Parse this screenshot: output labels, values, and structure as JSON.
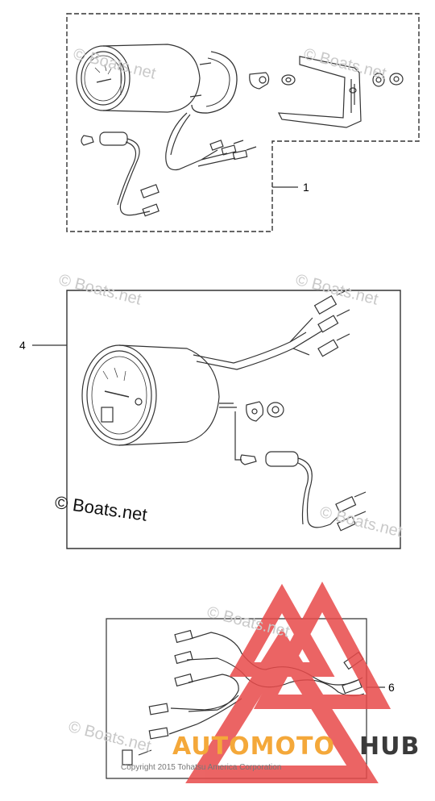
{
  "callouts": {
    "c1": "1",
    "c4": "4",
    "c6": "6"
  },
  "watermarks": {
    "small": "© Boats.net",
    "large": "© Boats.net"
  },
  "copyright": "Copyright 2015 Tohatsu America Corporation",
  "brand": {
    "part1": "AUTOMOTO",
    "part2": "HUB",
    "color1": "#f4a83a",
    "color2": "#3a3a3a",
    "logo_color": "#e84a4a"
  },
  "line_color": "#333333"
}
